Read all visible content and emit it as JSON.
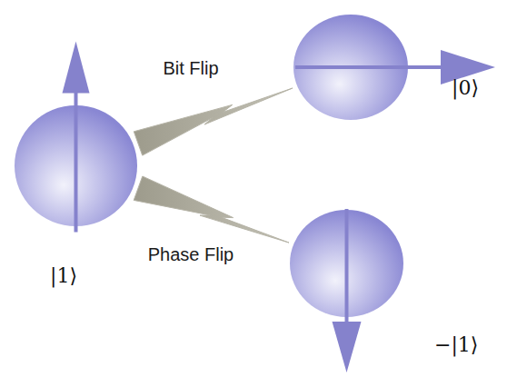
{
  "diagram": {
    "nodes": [
      {
        "text": [
          "|1⟩"
        ]
      },
      {
        "text": [
          "|0⟩"
        ]
      },
      {
        "text": [
          "−|1⟩"
        ]
      }
    ],
    "edges": [
      {
        "from": 0,
        "to": 1,
        "label": "Bit Flip",
        "arrow": "none"
      },
      {
        "from": 0,
        "to": 2,
        "label": "Phase Flip",
        "arrow": "none"
      }
    ]
  }
}
